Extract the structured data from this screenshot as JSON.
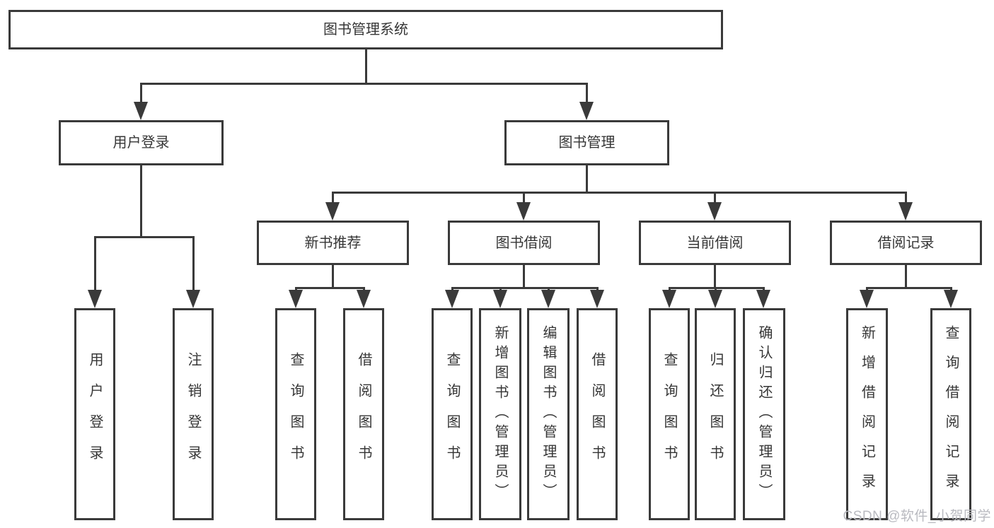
{
  "tree": {
    "label": "图书管理系统",
    "children": [
      {
        "label": "用户登录",
        "children": [
          {
            "label": "用户登录"
          },
          {
            "label": "注销登录"
          }
        ]
      },
      {
        "label": "图书管理",
        "children": [
          {
            "label": "新书推荐",
            "children": [
              {
                "label": "查询图书"
              },
              {
                "label": "借阅图书"
              }
            ]
          },
          {
            "label": "图书借阅",
            "children": [
              {
                "label": "查询图书"
              },
              {
                "label": "新增图书（管理员）"
              },
              {
                "label": "编辑图书（管理员）"
              },
              {
                "label": "借阅图书"
              }
            ]
          },
          {
            "label": "当前借阅",
            "children": [
              {
                "label": "查询图书"
              },
              {
                "label": "归还图书"
              },
              {
                "label": "确认归还（管理员）"
              }
            ]
          },
          {
            "label": "借阅记录",
            "children": [
              {
                "label": "新增借阅记录"
              },
              {
                "label": "查询借阅记录"
              }
            ]
          }
        ]
      }
    ]
  },
  "watermark": {
    "text": "CSDN @软件_小贺同学"
  },
  "colors": {
    "line": "#3a3a3a",
    "text": "#363636",
    "watermark": "#b9bac0",
    "background": "#ffffff"
  }
}
